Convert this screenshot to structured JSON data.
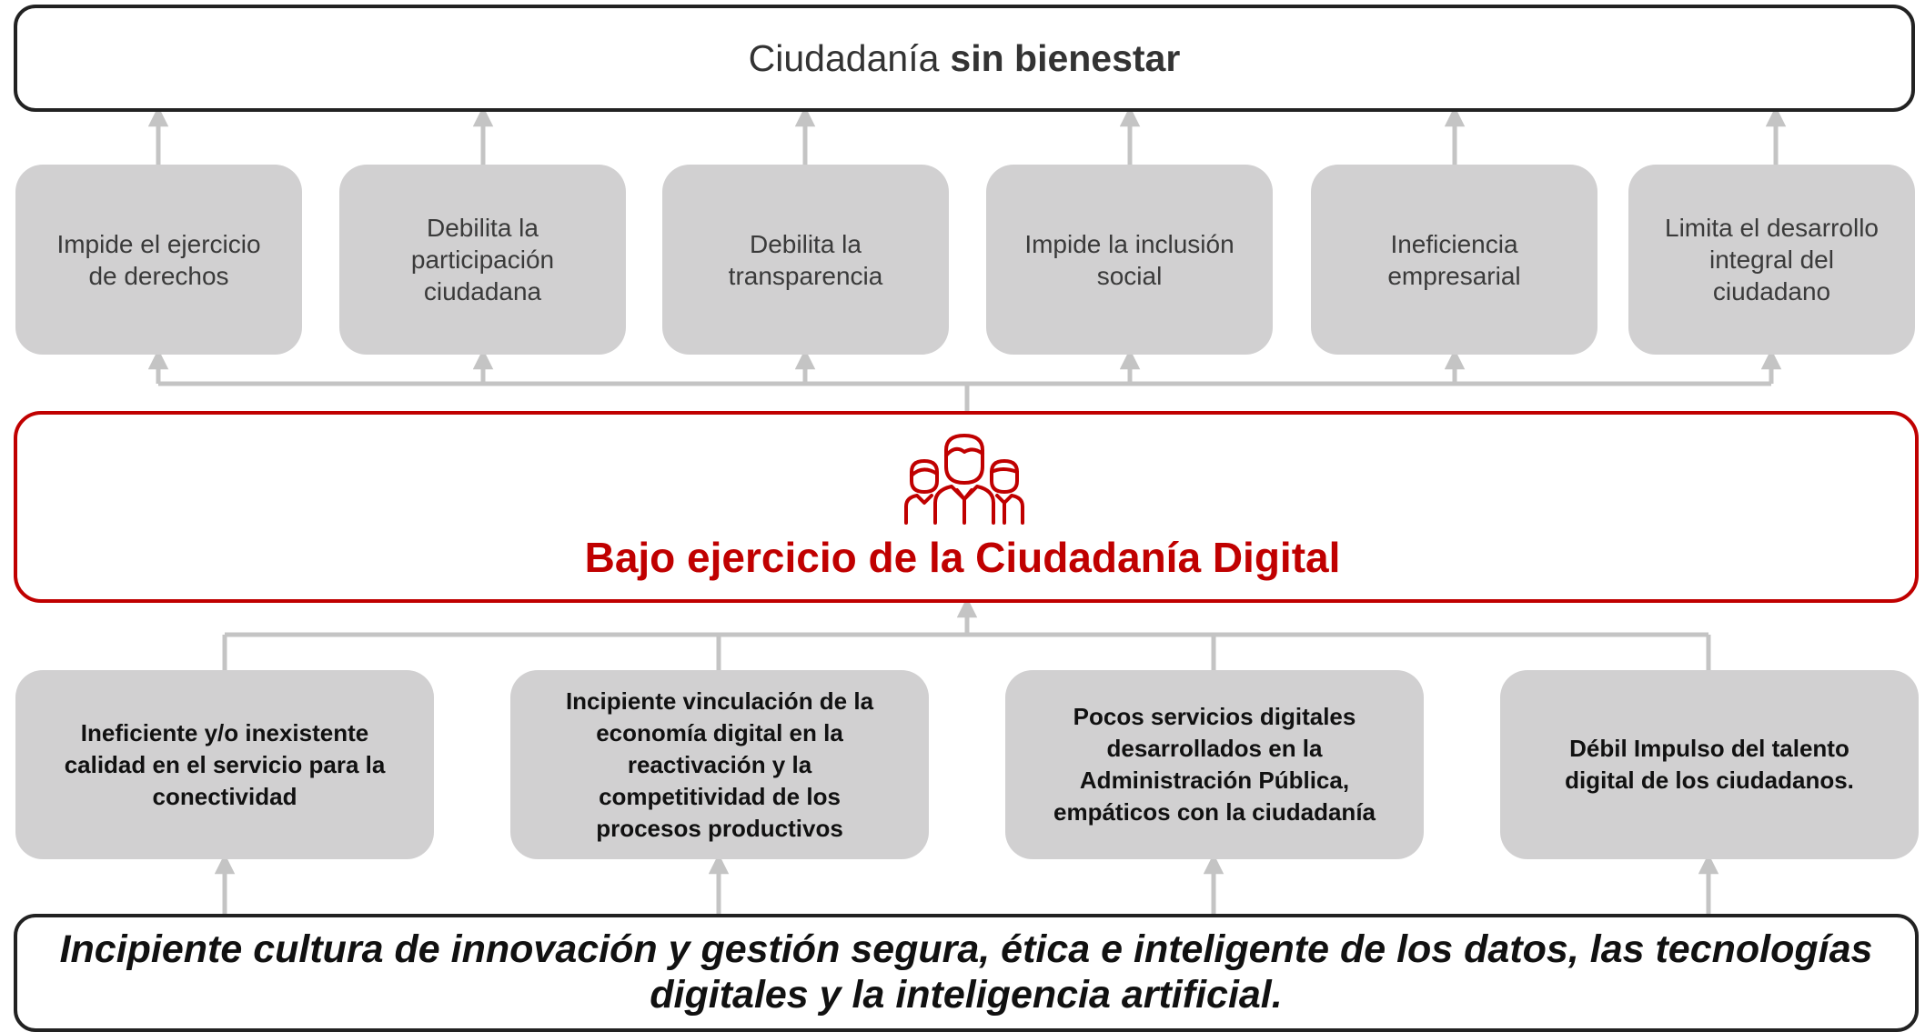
{
  "top_box": {
    "text_regular": "Ciudadanía",
    "text_bold": "sin bienestar"
  },
  "effects": [
    "Impide el ejercicio\nde derechos",
    "Debilita la\nparticipación\nciudadana",
    "Debilita la\ntransparencia",
    "Impide la inclusión\nsocial",
    "Ineficiencia\nempresarial",
    "Limita el desarrollo\nintegral del\nciudadano"
  ],
  "center": {
    "title": "Bajo ejercicio de la Ciudadanía Digital",
    "icon": "people-group-icon"
  },
  "causes": [
    "Ineficiente y/o inexistente\ncalidad en el servicio para la\nconectividad",
    "Incipiente vinculación de la\neconomía digital en la\nreactivación y la\ncompetitividad de los\nprocesos productivos",
    "Pocos servicios digitales\ndesarrollados en la\nAdministración Pública,\nempáticos con la ciudadanía",
    "Débil Impulso del talento\ndigital de los ciudadanos."
  ],
  "root_cause": "Incipiente cultura de innovación y gestión segura, ética e inteligente de los datos, las tecnologías\ndigitales y la inteligencia artificial.",
  "colors": {
    "accent": "#c00000",
    "box_fill": "#d1d0d1",
    "connector": "#c4c4c4",
    "border": "#222222"
  }
}
